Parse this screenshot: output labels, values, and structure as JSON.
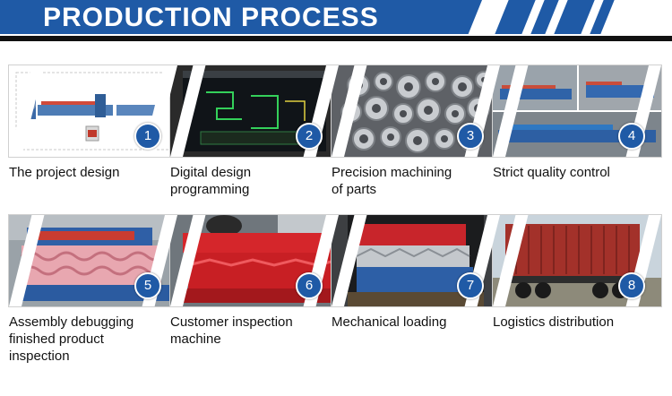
{
  "banner": {
    "title": "PRODUCTION PROCESS"
  },
  "steps": [
    {
      "number": "1",
      "caption": [
        "The project design"
      ]
    },
    {
      "number": "2",
      "caption": [
        "Digital design",
        "programming"
      ]
    },
    {
      "number": "3",
      "caption": [
        "Precision machining",
        "of parts"
      ]
    },
    {
      "number": "4",
      "caption": [
        "Strict quality control"
      ]
    },
    {
      "number": "5",
      "caption": [
        "Assembly debugging",
        "finished product",
        "inspection"
      ]
    },
    {
      "number": "6",
      "caption": [
        "Customer inspection",
        "machine"
      ]
    },
    {
      "number": "7",
      "caption": [
        "Mechanical loading"
      ]
    },
    {
      "number": "8",
      "caption": [
        "Logistics distribution"
      ]
    }
  ],
  "colors": {
    "brand_blue": "#1f5aa6",
    "banner_dark": "#111111",
    "text": "#111111"
  }
}
